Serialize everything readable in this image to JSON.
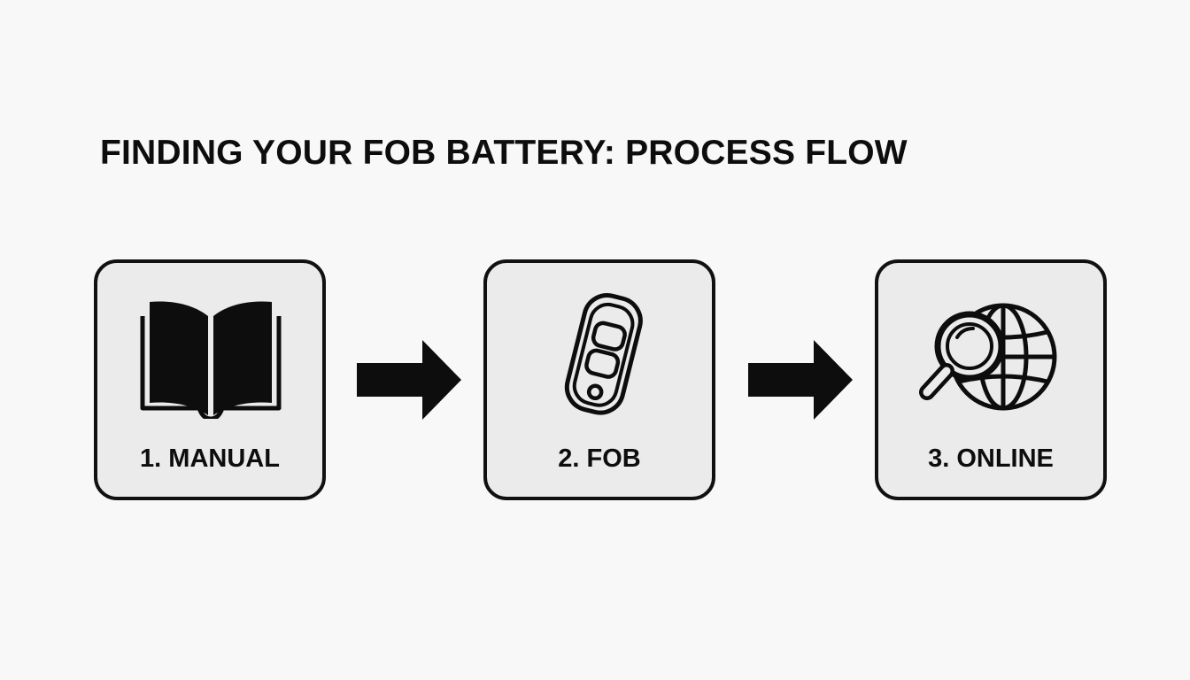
{
  "title": "FINDING YOUR FOB BATTERY: PROCESS FLOW",
  "steps": [
    {
      "label": "1. MANUAL",
      "icon": "open-book-icon"
    },
    {
      "label": "2. FOB",
      "icon": "key-fob-icon"
    },
    {
      "label": "3. ONLINE",
      "icon": "globe-search-icon"
    }
  ],
  "connectors": [
    "arrow-right-icon",
    "arrow-right-icon"
  ],
  "colors": {
    "background": "#f8f8f8",
    "box_fill": "#ebebeb",
    "stroke": "#111111"
  }
}
